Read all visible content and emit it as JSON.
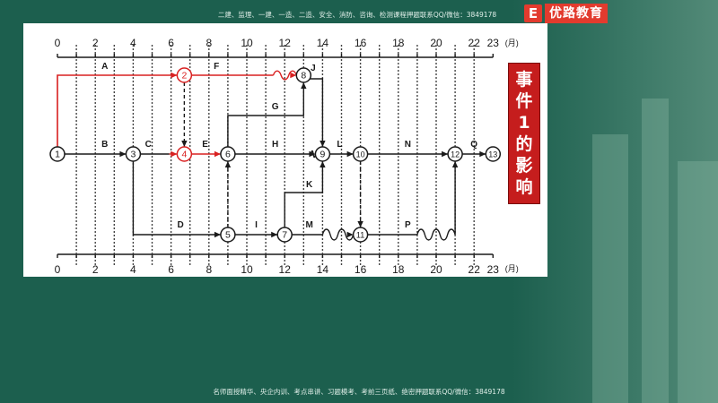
{
  "top_banner": "二建、监理、一建、一造、二造、安全、消防、咨询、检测课程押题联系QQ/微信：3849178",
  "bottom_banner": "名师面授精华、央企内训、考点串讲、习题模考、考前三页纸、绝密押题联系QQ/微信：3849178",
  "logo": {
    "mark": "E",
    "text": "优路教育"
  },
  "event_box": {
    "chars": [
      "事",
      "件",
      "1",
      "的",
      "影",
      "响"
    ],
    "bg_color": "#c51d1d"
  },
  "timeline": {
    "ticks": [
      "0",
      "2",
      "4",
      "6",
      "8",
      "10",
      "12",
      "14",
      "16",
      "18",
      "20",
      "22",
      "23"
    ],
    "unit": "(月)"
  },
  "network": {
    "nodes": [
      {
        "id": "1",
        "label": "1",
        "month": 0,
        "row": "middle",
        "highlight": false
      },
      {
        "id": "2",
        "label": "2",
        "month": 6.7,
        "row": "top",
        "highlight": true
      },
      {
        "id": "3",
        "label": "3",
        "month": 4,
        "row": "middle",
        "highlight": false
      },
      {
        "id": "4",
        "label": "4",
        "month": 6.7,
        "row": "middle",
        "highlight": true
      },
      {
        "id": "5",
        "label": "5",
        "month": 9,
        "row": "bottom",
        "highlight": false
      },
      {
        "id": "6",
        "label": "6",
        "month": 9,
        "row": "middle",
        "highlight": false
      },
      {
        "id": "7",
        "label": "7",
        "month": 12,
        "row": "bottom",
        "highlight": false
      },
      {
        "id": "8",
        "label": "8",
        "month": 13,
        "row": "top",
        "highlight": false
      },
      {
        "id": "9",
        "label": "9",
        "month": 14,
        "row": "middle",
        "highlight": false
      },
      {
        "id": "10",
        "label": "10",
        "month": 16,
        "row": "middle",
        "highlight": false
      },
      {
        "id": "11",
        "label": "11",
        "month": 16,
        "row": "bottom",
        "highlight": false
      },
      {
        "id": "12",
        "label": "12",
        "month": 21,
        "row": "middle",
        "highlight": false
      },
      {
        "id": "13",
        "label": "13",
        "month": 23,
        "row": "middle",
        "highlight": false
      }
    ],
    "activities": [
      "A",
      "B",
      "C",
      "D",
      "E",
      "F",
      "G",
      "H",
      "I",
      "J",
      "K",
      "L",
      "M",
      "N",
      "P",
      "Q"
    ],
    "colors": {
      "normal": "#1a1a1a",
      "critical": "#d92020"
    }
  }
}
